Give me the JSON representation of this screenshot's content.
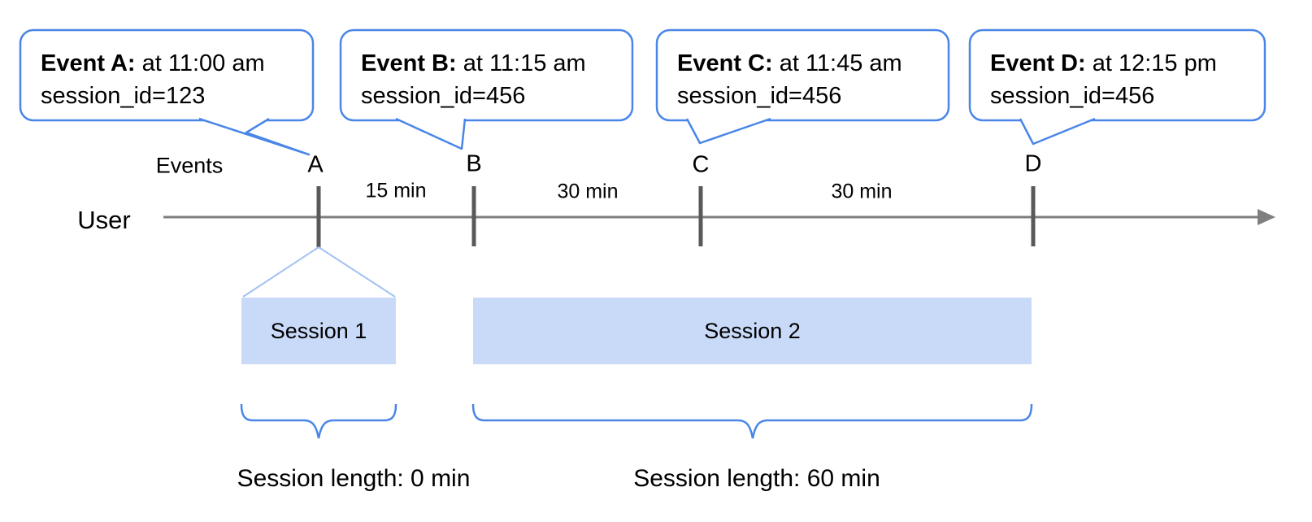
{
  "diagram": {
    "callouts": [
      {
        "event": "A",
        "title": "Event A:",
        "time": " at 11:00 am",
        "session_id": "session_id=123"
      },
      {
        "event": "B",
        "title": "Event B:",
        "time": " at 11:15 am",
        "session_id": "session_id=456"
      },
      {
        "event": "C",
        "title": "Event C:",
        "time": " at 11:45 am",
        "session_id": "session_id=456"
      },
      {
        "event": "D",
        "title": "Event D:",
        "time": " at 12:15 pm",
        "session_id": "session_id=456"
      }
    ],
    "timeline": {
      "events_label": "Events",
      "user_label": "User",
      "marks": [
        "A",
        "B",
        "C",
        "D"
      ],
      "intervals": [
        "15 min",
        "30 min",
        "30 min"
      ]
    },
    "sessions": [
      {
        "label": "Session 1",
        "length": "Session length: 0 min"
      },
      {
        "label": "Session 2",
        "length": "Session length: 60 min"
      }
    ],
    "colors": {
      "callout_border": "#4a86e8",
      "brace": "#4a86e8",
      "session_fill": "#c9daf8",
      "funnel_line": "#a4c2f4",
      "axis_line": "#7f7f7f",
      "tick": "#595959",
      "text": "#000000"
    }
  }
}
